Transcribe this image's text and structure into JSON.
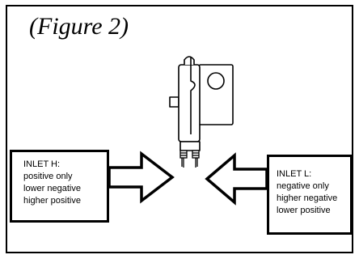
{
  "figure": {
    "title": "(Figure 2)"
  },
  "inlet_h": {
    "heading": "INLET H:",
    "lines": [
      "positive only",
      "lower negative",
      "higher positive"
    ]
  },
  "inlet_l": {
    "heading": "INLET L:",
    "lines": [
      "negative only",
      "higher negative",
      "lower positive"
    ]
  },
  "colors": {
    "ink": "#000000",
    "background": "#ffffff"
  }
}
